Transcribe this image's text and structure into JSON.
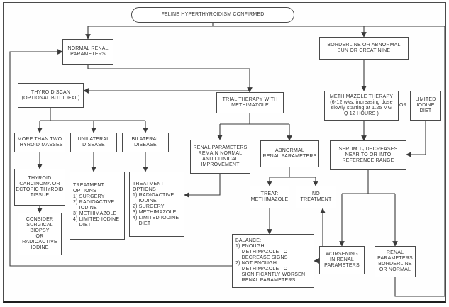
{
  "diagram": {
    "title": "FELINE HYPERTHYROIDISM CONFIRMED",
    "or_label": "OR",
    "line_color": "#3a3a3a",
    "nodes": {
      "normal_renal": {
        "text": "NORMAL RENAL\nPARAMETERS"
      },
      "borderline_bun": {
        "text": "BORDERLINE OR ABNORMAL\nBUN OR CREATININE"
      },
      "thyroid_scan": {
        "text": "THYROID SCAN\n(OPTIONAL BUT IDEAL)"
      },
      "trial_therapy": {
        "text": "TRIAL THERAPY WITH\nMETHIMAZOLE"
      },
      "methimazole_therapy": {
        "text": "METHIMAZOLE THERAPY\n(6-12 wks, increasing dose\nslowly starting at 1.25 MG\nQ 12 HOURS )"
      },
      "limited_iodine": {
        "text": "LIMITED\nIODINE\nDIET"
      },
      "thyroid_masses": {
        "text": "MORE THAN TWO\nTHYROID MASSES"
      },
      "unilateral": {
        "text": "UNILATERAL\nDISEASE"
      },
      "bilateral": {
        "text": "BILATERAL\nDISEASE"
      },
      "renal_remain_normal": {
        "text": "RENAL PARAMETERS\nREMAIN NORMAL\nAND CLINICAL\nIMPROVEMENT"
      },
      "abnormal_renal": {
        "text": "ABNORMAL\nRENAL PARAMETERS"
      },
      "serum_t4": {
        "text": "SERUM T₄ DECREASES\nNEAR TO OR INTO\nREFERENCE RANGE"
      },
      "thyroid_carcinoma": {
        "text": "THYROID\nCARCINOMA OR\nECTOPIC THYROID\nTISSUE"
      },
      "treatment_unilateral": {
        "text": "TREATMENT\nOPTIONS\n1) SURGERY\n2) RADIOACTIVE\n    IODINE\n3) METHIMAZOLE\n4) LIMITED IODINE\n    DIET"
      },
      "treatment_bilateral": {
        "text": "TREATMENT\nOPTIONS\n1) RADIOACTIVE\n    IODINE\n2) SURGERY\n3) METHIMAZOLE\n4) LIMITED IODINE\n    DIET"
      },
      "consider_biopsy": {
        "text": "CONSIDER\nSURGICAL\nBIOPSY\nOR\nRADIOACTIVE\nIODINE"
      },
      "treat_methimazole": {
        "text": "TREAT:\nMETHIMAZOLE"
      },
      "no_treatment": {
        "text": "NO\nTREATMENT"
      },
      "balance": {
        "text": "BALANCE:\n1) ENOUGH\n    METHIMAZOLE TO\n    DECREASE SIGNS\n2) NOT ENOUGH\n    METHIMAZOLE TO\n    SIGNIFICANTLY WORSEN\n    RENAL PARAMETERS"
      },
      "worsening_renal": {
        "text": "WORSENING\nIN RENAL\nPARAMETERS"
      },
      "renal_borderline_normal": {
        "text": "RENAL\nPARAMETERS\nBORDERLINE\nOR NORMAL"
      }
    }
  }
}
